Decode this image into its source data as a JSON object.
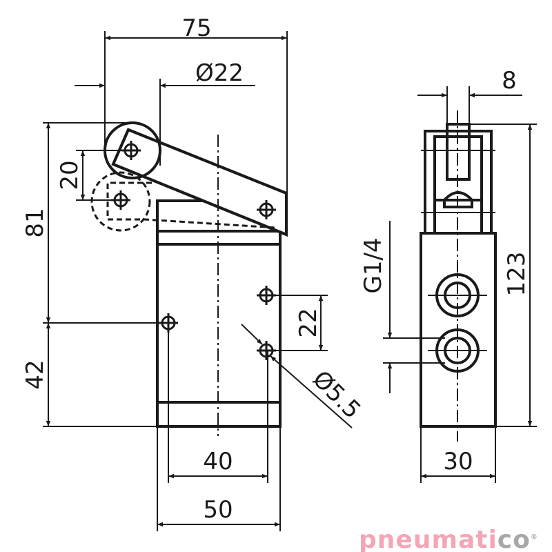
{
  "dimensions": {
    "width_overall": "75",
    "roller_diameter": "Ø22",
    "height_upper": "81",
    "roller_travel": "20",
    "height_lower": "42",
    "hole_spacing_vertical": "22",
    "mounting_hole": "Ø5.5",
    "hole_spacing_horizontal": "40",
    "body_width": "50",
    "lever_width": "8",
    "port_thread": "G1/4",
    "height_total": "123",
    "body_depth": "30"
  },
  "logo": {
    "brand_part1": "pneumati",
    "brand_part2": "co",
    "registered": "®"
  },
  "colors": {
    "line": "#1a1a1a",
    "logo_pink": "#f4a6b6",
    "logo_grey": "#a8a8a8"
  }
}
